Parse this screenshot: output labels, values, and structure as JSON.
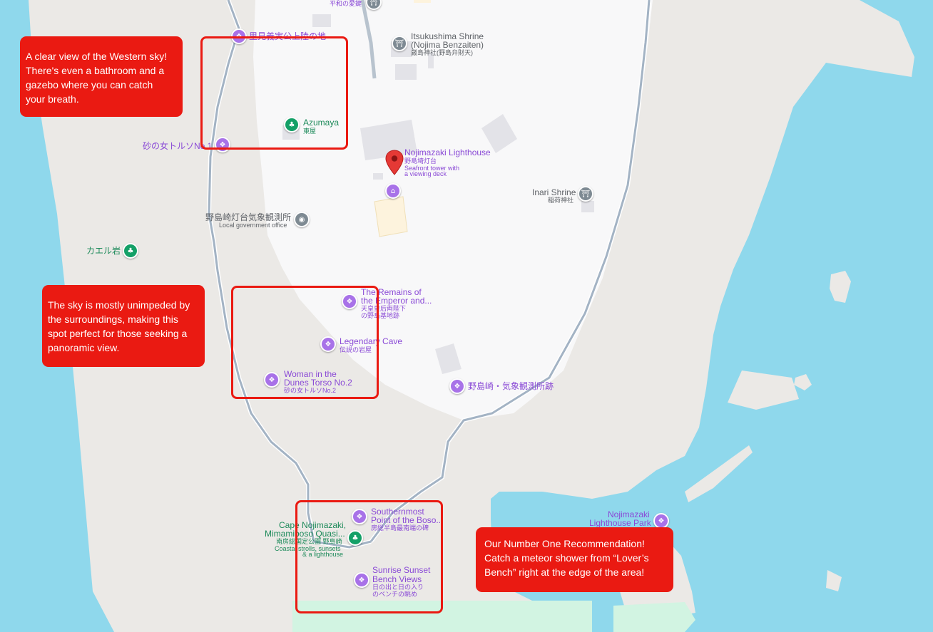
{
  "colors": {
    "water": "#8fd8ec",
    "land": "#ebe9e6",
    "urban": "#f8f8f9",
    "beach": "#d2f4e2",
    "callout": "#ea1a12",
    "poi_purple": "#a872e8",
    "poi_green": "#14a067"
  },
  "places": {
    "top_cut": "平和の愛鍵",
    "top_left_cut": "里見義実公上陸の地",
    "itsukushima": {
      "name1": "Itsukushima Shrine",
      "name2": "(Nojima Benzaiten)",
      "jp": "厳島神社(野島弁財天)"
    },
    "azumaya": {
      "name": "Azumaya",
      "jp": "東屋"
    },
    "torso1": "砂の女トルソNo.1",
    "lighthouse": {
      "name": "Nojimazaki Lighthouse",
      "jp": "野島埼灯台",
      "desc1": "Seafront tower with",
      "desc2": "a viewing deck"
    },
    "inari": {
      "name": "Inari Shrine",
      "jp": "稲荷神社"
    },
    "weather_office": {
      "jp": "野島崎灯台気象観測所",
      "desc": "Local government office"
    },
    "kaeru": "カエル岩",
    "remains": {
      "name1": "The Remains of",
      "name2": "the Emperor and...",
      "jp1": "天皇皇后両陛下",
      "jp2": "の野島基地跡"
    },
    "cave": {
      "name": "Legendary Cave",
      "jp": "伝説の岩屋"
    },
    "torso2": {
      "name1": "Woman in the",
      "name2": "Dunes Torso No.2",
      "jp": "砂の女トルソNo.2"
    },
    "weather_ruins": "野島崎・気象観測所跡",
    "southernmost": {
      "name1": "Southernmost",
      "name2": "Point of the Boso...",
      "jp": "房総半島最南端の碑"
    },
    "cape": {
      "name1": "Cape Nojimazaki,",
      "name2": "Mimamiboso Quasi...",
      "jp": "南房総国定公園 野島崎",
      "desc1": "Coastal strolls, sunsets",
      "desc2": "& a lighthouse"
    },
    "sunrise": {
      "name1": "Sunrise Sunset",
      "name2": "Bench Views",
      "jp1": "日の出と日の入り",
      "jp2": "のベンチの眺め"
    },
    "park": {
      "name1": "Nojimazaki",
      "name2": "Lighthouse Park"
    }
  },
  "callouts": {
    "western": [
      "A clear view of the Western sky!",
      "There's even a bathroom and a",
      "gazebo where you can catch",
      "your breath."
    ],
    "panoramic": [
      "The sky is mostly unimpeded by",
      "the surroundings, making this",
      "spot perfect for those seeking a",
      "panoramic view."
    ],
    "recommend": [
      "Our Number One Recommendation!",
      "Catch a meteor shower from “Lover’s",
      "Bench” right at the edge of the area!"
    ]
  },
  "icons": {
    "poi_purple": "attraction-icon",
    "poi_green": "park-tree-icon",
    "shrine": "shrine-icon",
    "museum": "museum-icon",
    "office": "office-icon",
    "pin": "red-map-pin-icon"
  }
}
